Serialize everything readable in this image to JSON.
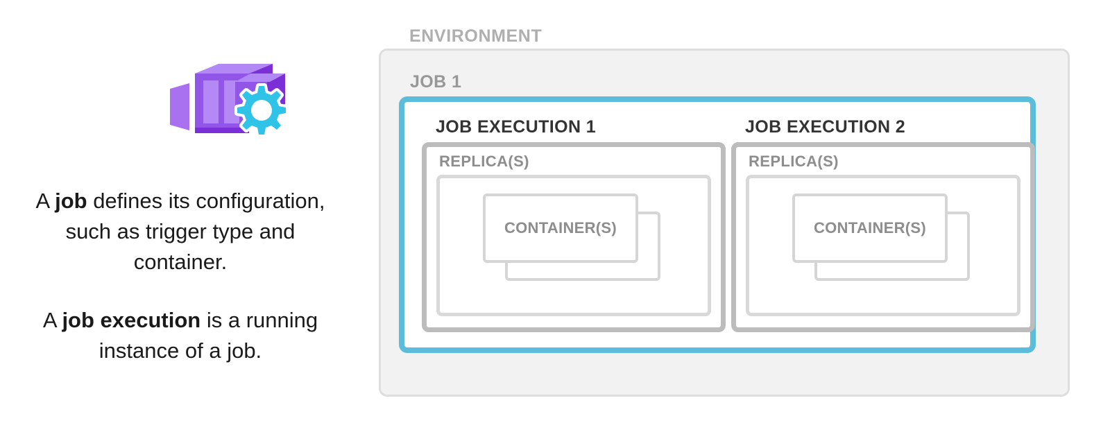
{
  "left": {
    "icon_name": "container-apps-job-icon",
    "paragraphs": [
      {
        "prefix": "A ",
        "bold": "job",
        "suffix": " defines its configuration, such as trigger type and container."
      },
      {
        "prefix": "A ",
        "bold": "job execution",
        "suffix": " is a running instance of a job."
      }
    ]
  },
  "diagram": {
    "environment_label": "ENVIRONMENT",
    "job_label": "JOB 1",
    "executions": [
      {
        "title": "JOB EXECUTION 1",
        "replica_label": "REPLICA(S)",
        "container_label": "CONTAINER(S)"
      },
      {
        "title": "JOB EXECUTION 2",
        "replica_label": "REPLICA(S)",
        "container_label": "CONTAINER(S)"
      }
    ]
  },
  "colors": {
    "accent_blue": "#5cbcdc",
    "environment_bg": "#f2f2f2",
    "environment_border": "#dedede",
    "execution_border": "#bcbcbc",
    "replica_border": "#d9d9d9",
    "container_border": "#d5d5d5",
    "environment_label_text": "#afafaf",
    "job_label_text": "#979797",
    "execution_title_text": "#333333",
    "inner_label_text": "#8d8d8d",
    "body_text": "#1a1a1a",
    "icon_purple_light": "#a970f0",
    "icon_purple_mid": "#9155e8",
    "icon_purple_dark": "#7b2fd6",
    "icon_gear_cyan": "#2fc3e8"
  }
}
